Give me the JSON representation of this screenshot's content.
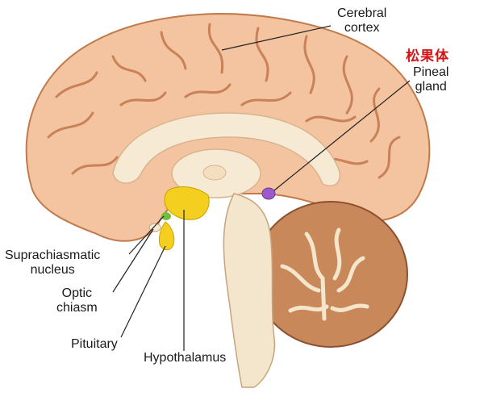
{
  "labels": {
    "cerebral_cortex": "Cerebral\ncortex",
    "pineal_cn": "松果体",
    "pineal_gland": "Pineal\ngland",
    "suprachiasmatic": "Suprachiasmatic\nnucleus",
    "optic_chiasm": "Optic\nchiasm",
    "pituitary": "Pituitary",
    "hypothalamus": "Hypothalamus"
  },
  "colors": {
    "cortex": "#f3c49f",
    "cortex_shade": "#d99468",
    "white_matter": "#f7ead4",
    "brainstem": "#f4e6cc",
    "cerebellum": "#c9885a",
    "cerebellum_dark": "#a8683f",
    "hypothalamus": "#f5cf1f",
    "suprachiasmatic": "#6fbf3d",
    "pineal": "#9b59c9",
    "callout_cn": "#d41414",
    "leader": "#222222"
  }
}
